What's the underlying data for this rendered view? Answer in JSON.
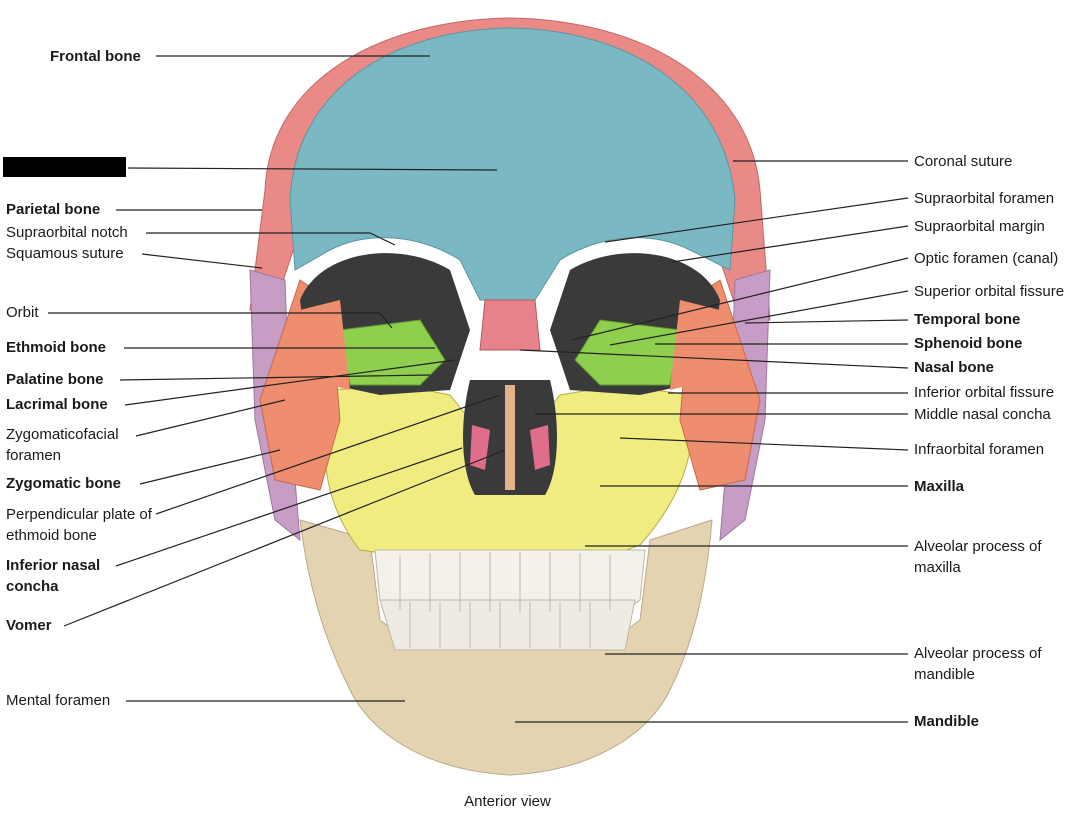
{
  "caption": "Anterior view",
  "colors": {
    "frontal": "#7ab9c4",
    "parietal": "#e98a87",
    "temporal": "#c79cc5",
    "sphenoid": "#8ecf4e",
    "zygomatic": "#ef8e6f",
    "maxilla": "#f1ec80",
    "nasal": "#e8828a",
    "mandible": "#e3d3b1",
    "teeth": "#f4f1ea",
    "orbit_shadow": "#3a3a3a"
  },
  "labels_left": [
    {
      "id": "frontal-bone",
      "text": "Frontal bone",
      "bold": true
    },
    {
      "id": "parietal-bone",
      "text": "Parietal bone",
      "bold": true
    },
    {
      "id": "supraorbital-notch",
      "text": "Supraorbital notch",
      "bold": false
    },
    {
      "id": "squamous-suture",
      "text": "Squamous suture",
      "bold": false
    },
    {
      "id": "orbit",
      "text": "Orbit",
      "bold": false
    },
    {
      "id": "ethmoid-bone",
      "text": "Ethmoid bone",
      "bold": true
    },
    {
      "id": "palatine-bone",
      "text": "Palatine bone",
      "bold": true
    },
    {
      "id": "lacrimal-bone",
      "text": "Lacrimal bone",
      "bold": true
    },
    {
      "id": "zygomaticofacial-foramen",
      "text": "Zygomaticofacial foramen",
      "bold": false
    },
    {
      "id": "zygomatic-bone",
      "text": "Zygomatic bone",
      "bold": true
    },
    {
      "id": "perpendicular-plate",
      "text": "Perpendicular plate of ethmoid bone",
      "bold": false
    },
    {
      "id": "inferior-nasal-concha",
      "text": "Inferior nasal concha",
      "bold": true
    },
    {
      "id": "vomer",
      "text": "Vomer",
      "bold": true
    },
    {
      "id": "mental-foramen",
      "text": "Mental foramen",
      "bold": false
    }
  ],
  "labels_right": [
    {
      "id": "coronal-suture",
      "text": "Coronal suture",
      "bold": false
    },
    {
      "id": "supraorbital-foramen",
      "text": "Supraorbital foramen",
      "bold": false
    },
    {
      "id": "supraorbital-margin",
      "text": "Supraorbital margin",
      "bold": false
    },
    {
      "id": "optic-foramen",
      "text": "Optic foramen (canal)",
      "bold": false
    },
    {
      "id": "superior-orbital-fissure",
      "text": "Superior orbital fissure",
      "bold": false
    },
    {
      "id": "temporal-bone",
      "text": "Temporal bone",
      "bold": true
    },
    {
      "id": "sphenoid-bone",
      "text": "Sphenoid bone",
      "bold": true
    },
    {
      "id": "nasal-bone",
      "text": "Nasal bone",
      "bold": true
    },
    {
      "id": "inferior-orbital-fissure",
      "text": "Inferior orbital fissure",
      "bold": false
    },
    {
      "id": "middle-nasal-concha",
      "text": "Middle nasal concha",
      "bold": false
    },
    {
      "id": "infraorbital-foramen",
      "text": "Infraorbital foramen",
      "bold": false
    },
    {
      "id": "maxilla",
      "text": "Maxilla",
      "bold": true
    },
    {
      "id": "alveolar-process-maxilla",
      "text": "Alveolar process of maxilla",
      "bold": false
    },
    {
      "id": "alveolar-process-mandible",
      "text": "Alveolar process of mandible",
      "bold": false
    },
    {
      "id": "mandible",
      "text": "Mandible",
      "bold": true
    }
  ]
}
